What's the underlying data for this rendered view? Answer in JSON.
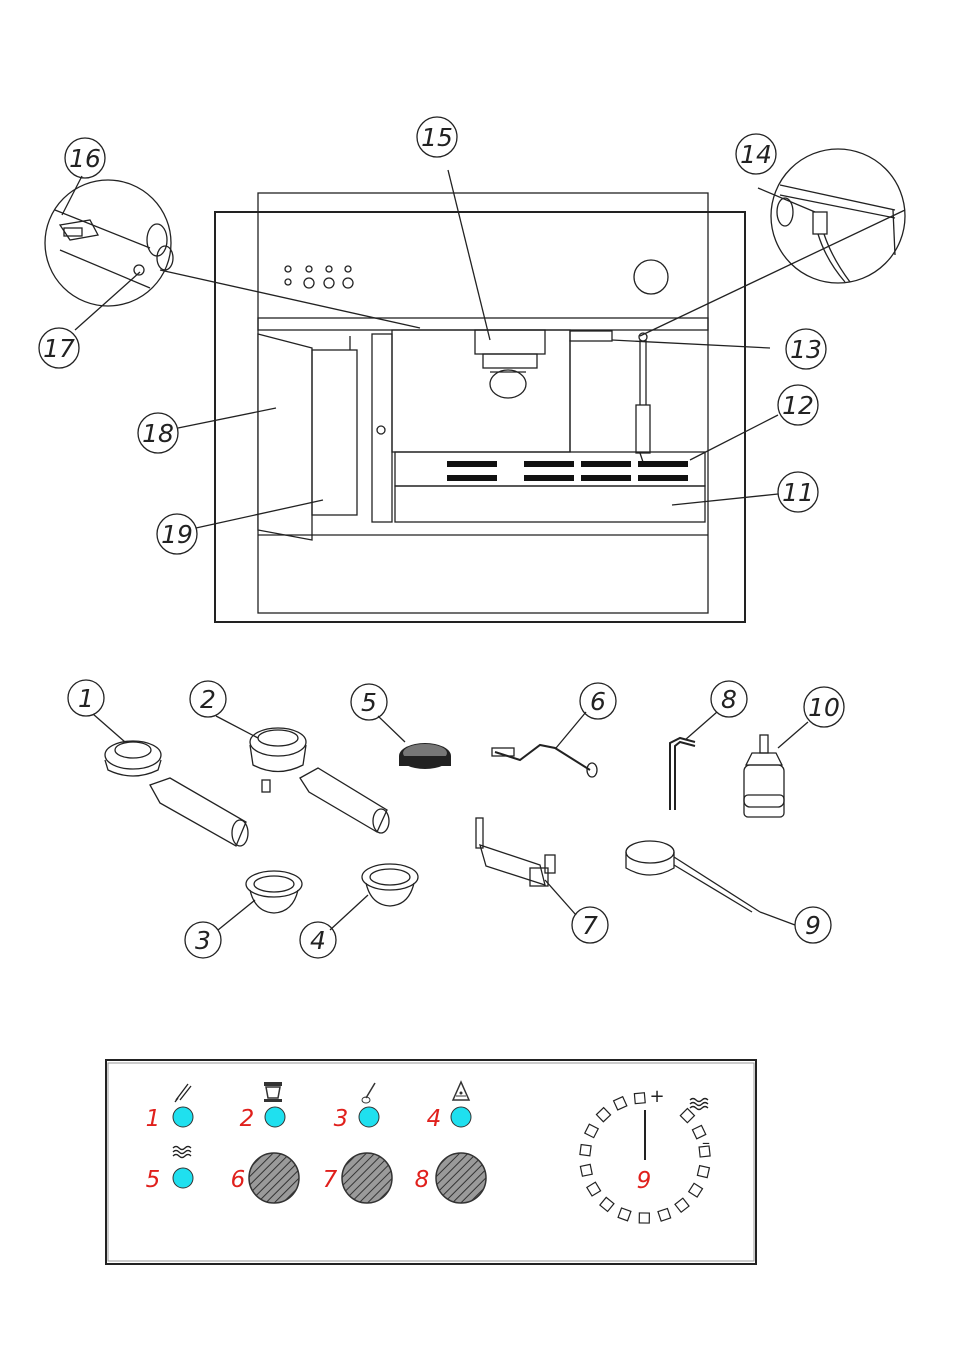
{
  "colors": {
    "line": "#222222",
    "indicator_light": "#1fe0ef",
    "panel_number": "#e0201c",
    "knob_hatch": "#555555"
  },
  "machine_callouts": [
    {
      "id": "c11",
      "label": "11"
    },
    {
      "id": "c12",
      "label": "12"
    },
    {
      "id": "c13",
      "label": "13"
    },
    {
      "id": "c14",
      "label": "14"
    },
    {
      "id": "c15",
      "label": "15"
    },
    {
      "id": "c16",
      "label": "16"
    },
    {
      "id": "c17",
      "label": "17"
    },
    {
      "id": "c18",
      "label": "18"
    },
    {
      "id": "c19",
      "label": "19"
    }
  ],
  "accessory_callouts": [
    {
      "id": "a1",
      "label": "1"
    },
    {
      "id": "a2",
      "label": "2"
    },
    {
      "id": "a3",
      "label": "3"
    },
    {
      "id": "a4",
      "label": "4"
    },
    {
      "id": "a5",
      "label": "5"
    },
    {
      "id": "a6",
      "label": "6"
    },
    {
      "id": "a7",
      "label": "7"
    },
    {
      "id": "a8",
      "label": "8"
    },
    {
      "id": "a9",
      "label": "9"
    },
    {
      "id": "a10",
      "label": "10"
    }
  ],
  "control_panel": {
    "indicators": [
      {
        "label": "1",
        "icon": "pencil-icon"
      },
      {
        "label": "2",
        "icon": "cup-icon"
      },
      {
        "label": "3",
        "icon": "steam-wand-icon"
      },
      {
        "label": "4",
        "icon": "water-tap-icon"
      },
      {
        "label": "5",
        "icon": "heat-waves-icon"
      }
    ],
    "knobs": [
      {
        "label": "6"
      },
      {
        "label": "7"
      },
      {
        "label": "8"
      }
    ],
    "dial": {
      "label": "9",
      "plus": "+",
      "minus": "–"
    }
  }
}
